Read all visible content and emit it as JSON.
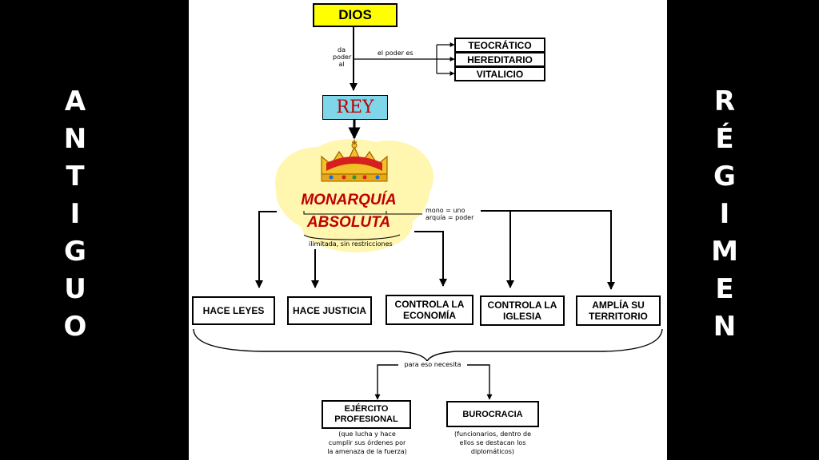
{
  "side_left": [
    "A",
    "N",
    "T",
    "I",
    "G",
    "U",
    "O"
  ],
  "side_right": [
    "R",
    "É",
    "G",
    "I",
    "M",
    "E",
    "N"
  ],
  "diagram": {
    "dios": "DIOS",
    "da_poder": [
      "da",
      "poder",
      "al"
    ],
    "el_poder_es": "el poder es",
    "power_types": [
      "TEOCRÁTICO",
      "HEREDITARIO",
      "VITALICIO"
    ],
    "rey": "REY",
    "monarquia_line1": "MONARQUÍA",
    "monarquia_line2": "ABSOLUTA",
    "mono_note_1": "mono = uno",
    "mono_note_2": "arquía = poder",
    "ilimitada": "ilimitada, sin restricciones",
    "functions": [
      {
        "line1": "HACE  LEYES",
        "line2": ""
      },
      {
        "line1": "HACE JUSTICIA",
        "line2": ""
      },
      {
        "line1": "CONTROLA LA",
        "line2": "ECONOMÍA"
      },
      {
        "line1": "CONTROLA LA",
        "line2": "IGLESIA"
      },
      {
        "line1": "AMPLÍA SU",
        "line2": "TERRITORIO"
      }
    ],
    "para_eso": "para   eso   necesita",
    "ejercito_1": "EJÉRCITO",
    "ejercito_2": "PROFESIONAL",
    "ejercito_note": [
      "(que lucha y hace",
      "cumplir sus órdenes por",
      "la amenaza de la fuerza)"
    ],
    "burocracia": "BUROCRACIA",
    "burocracia_note": [
      "(funcionarios,  dentro de",
      "ellos se  destacan los",
      "diplomáticos)"
    ]
  },
  "colors": {
    "dios_bg": "#ffff00",
    "rey_bg": "#7fd6e8",
    "rey_text": "#c00000",
    "monarquia_text": "#c00000",
    "cloud": "#fff6b0"
  }
}
